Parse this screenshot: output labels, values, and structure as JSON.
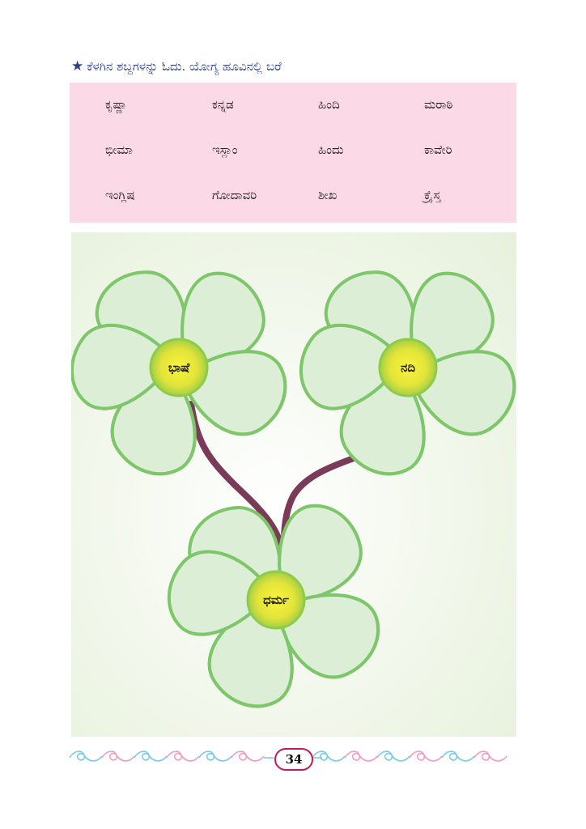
{
  "instruction": {
    "icon": "star-icon",
    "text": "ಕೆಳಗಿನ ಶಬ್ದಗಳನ್ನು ಓದು. ಯೋಗ್ಯ ಹೂವಿನಲ್ಲಿ ಬರೆ"
  },
  "words": [
    [
      "ಕೃಷ್ಣಾ",
      "ಕನ್ನಡ",
      "ಹಿಂದಿ",
      "ಮರಾಠಿ"
    ],
    [
      "ಭೀಮಾ",
      "ಇಸ್ಲಾಂ",
      "ಹಿಂದು",
      "ಕಾವೇರಿ"
    ],
    [
      "ಇಂಗ್ಲಿಷ",
      "ಗೋದಾವರಿ",
      "ಶೀಖ",
      "ಕ್ರೈಸ್ತ"
    ]
  ],
  "flowers": {
    "left": "ಭಾಷೆ",
    "right": "ನದಿ",
    "bottom": "ಧರ್ಮ"
  },
  "colors": {
    "heading": "#2b3f8c",
    "word_box": "#fbd9e6",
    "petal_fill": "#dcefd6",
    "petal_stroke": "#7dc66a",
    "stem": "#7b3a58",
    "center": "#e8e63a"
  },
  "page_number": "34"
}
